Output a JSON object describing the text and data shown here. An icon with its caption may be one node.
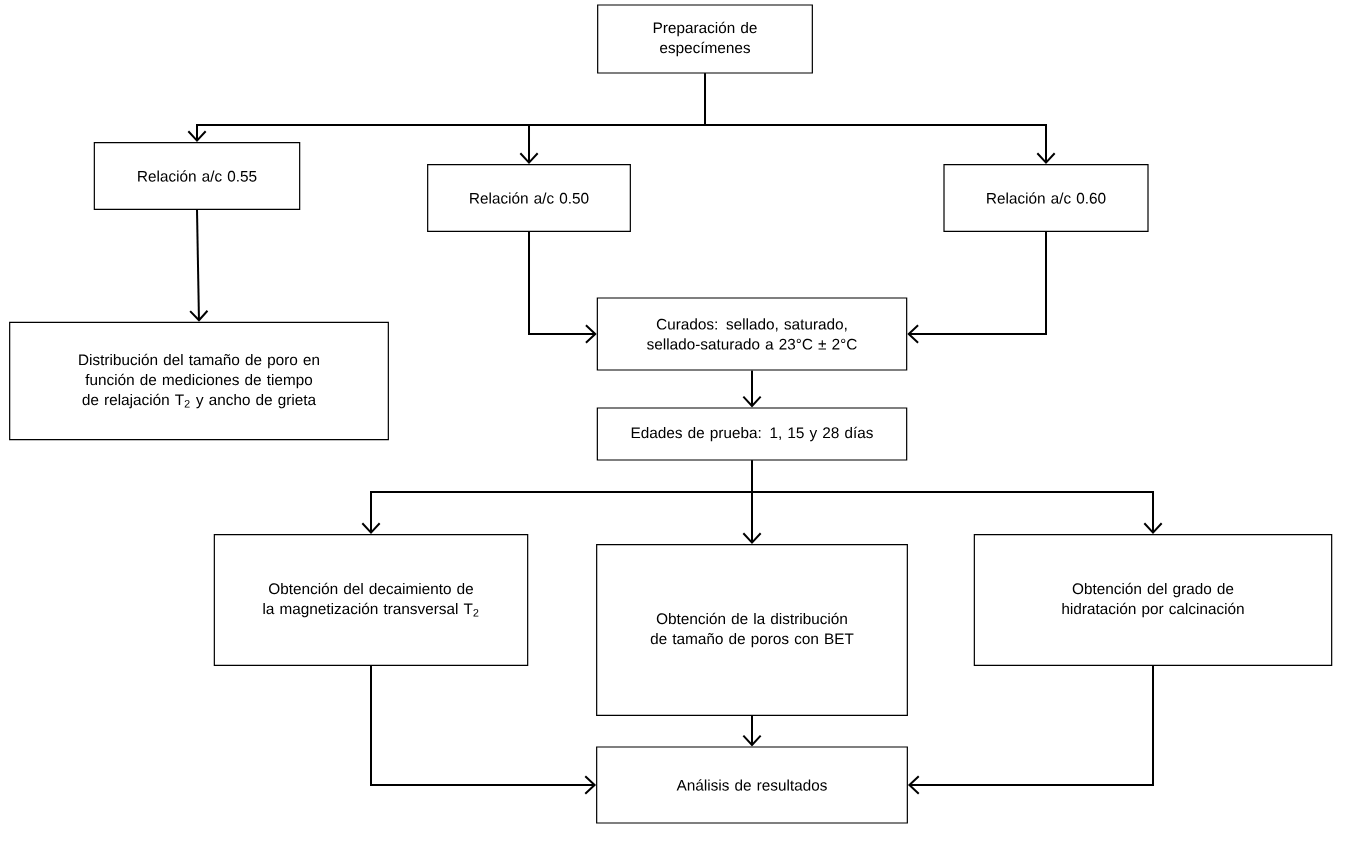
{
  "diagram": {
    "nodes": [
      {
        "text": [
          "Preparación de especímenes"
        ]
      },
      {
        "text": [
          "Relación a/c 0.55"
        ]
      },
      {
        "text": [
          "Relación a/c 0.50"
        ]
      },
      {
        "text": [
          "Relación a/c 0.60"
        ]
      },
      {
        "text": [
          "Distribución del tamaño de poro en función de mediciones de tiempo de relajación T$_{2}$ y ancho de grieta"
        ]
      },
      {
        "text": [
          "Curados: sellado, saturado, sellado-saturado a 23°C ± 2°C"
        ]
      },
      {
        "text": [
          "Edades de prueba: 1, 15 y 28 días"
        ]
      },
      {
        "text": [
          "Obtención del decaimiento de la magnetización transversal T$_{2}$"
        ]
      },
      {
        "text": [
          "Obtención de la distribución de tamaño de poros con BET"
        ]
      },
      {
        "text": [
          "Obtención del grado de hidratación por calcinación"
        ]
      },
      {
        "text": [
          "Análisis de resultados"
        ]
      }
    ],
    "edges": [
      {
        "from": 0,
        "to": 1,
        "arrow": "to"
      },
      {
        "from": 0,
        "to": 2,
        "arrow": "to"
      },
      {
        "from": 0,
        "to": 3,
        "arrow": "to"
      },
      {
        "from": 1,
        "to": 4,
        "arrow": "to"
      },
      {
        "from": 2,
        "to": 5,
        "arrow": "to"
      },
      {
        "from": 3,
        "to": 5,
        "arrow": "to"
      },
      {
        "from": 5,
        "to": 6,
        "arrow": "to"
      },
      {
        "from": 6,
        "to": 7,
        "arrow": "to"
      },
      {
        "from": 6,
        "to": 8,
        "arrow": "to"
      },
      {
        "from": 6,
        "to": 9,
        "arrow": "to"
      },
      {
        "from": 7,
        "to": 10,
        "arrow": "to"
      },
      {
        "from": 8,
        "to": 10,
        "arrow": "to"
      },
      {
        "from": 9,
        "to": 10,
        "arrow": "to"
      }
    ]
  }
}
